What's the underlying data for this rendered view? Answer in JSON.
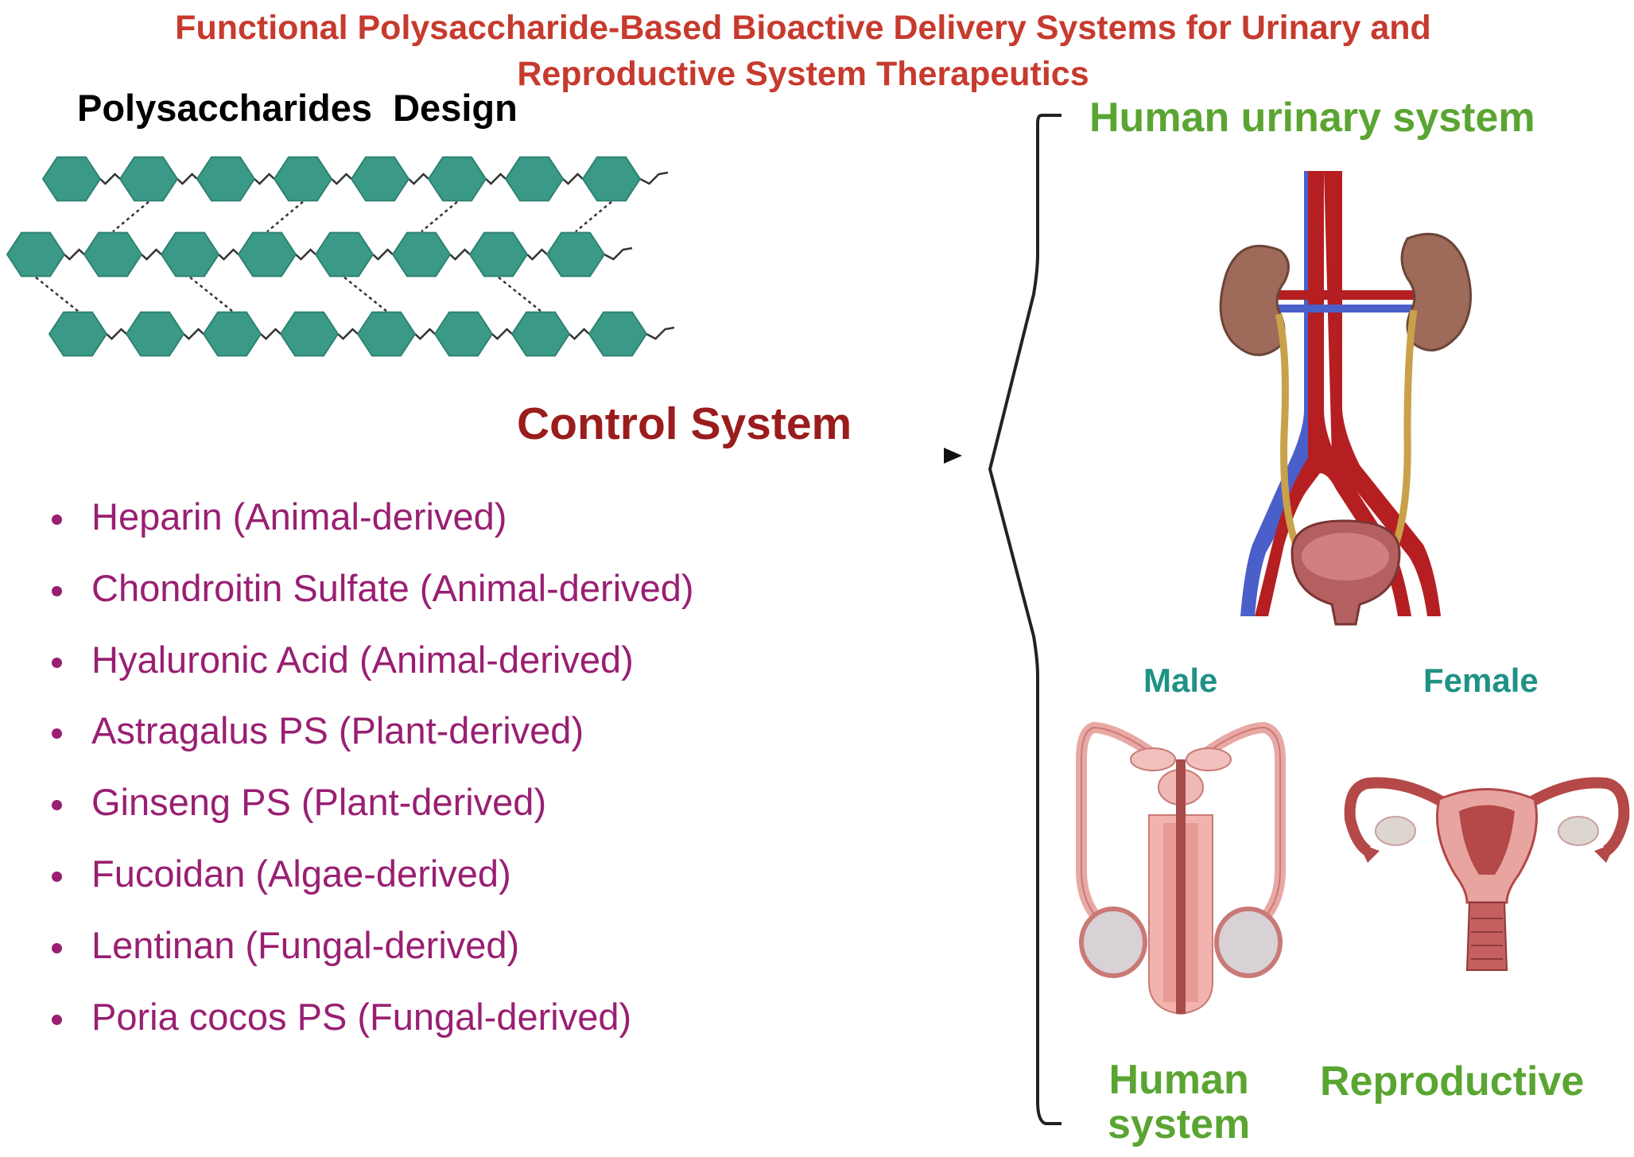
{
  "title": "Functional Polysaccharide-Based Bioactive Delivery Systems for Urinary and Reproductive System Therapeutics",
  "design_heading": "Polysaccharides  Design",
  "control_label": "Control System",
  "polysaccharides": [
    "Heparin (Animal-derived)",
    "Chondroitin Sulfate (Animal-derived)",
    "Hyaluronic Acid (Animal-derived)",
    "Astragalus PS (Plant-derived)",
    "Ginseng PS (Plant-derived)",
    "Fucoidan (Algae-derived)",
    "Lentinan (Fungal-derived)",
    "Poria cocos PS (Fungal-derived)"
  ],
  "urinary_heading": "Human urinary system",
  "male_label": "Male",
  "female_label": "Female",
  "bottom_label_1": "Human\nsystem",
  "bottom_label_2": "Reproductive",
  "colors": {
    "title": "#c73a2e",
    "hexagon": "#3a9a87",
    "list_text": "#991f72",
    "green_heading": "#5aa532",
    "teal_label": "#1f9185",
    "control_label": "#9b1c1c"
  },
  "icons": [
    "polysaccharide-chain-icon",
    "urinary-system-illustration",
    "male-reproductive-illustration",
    "female-reproductive-illustration"
  ]
}
